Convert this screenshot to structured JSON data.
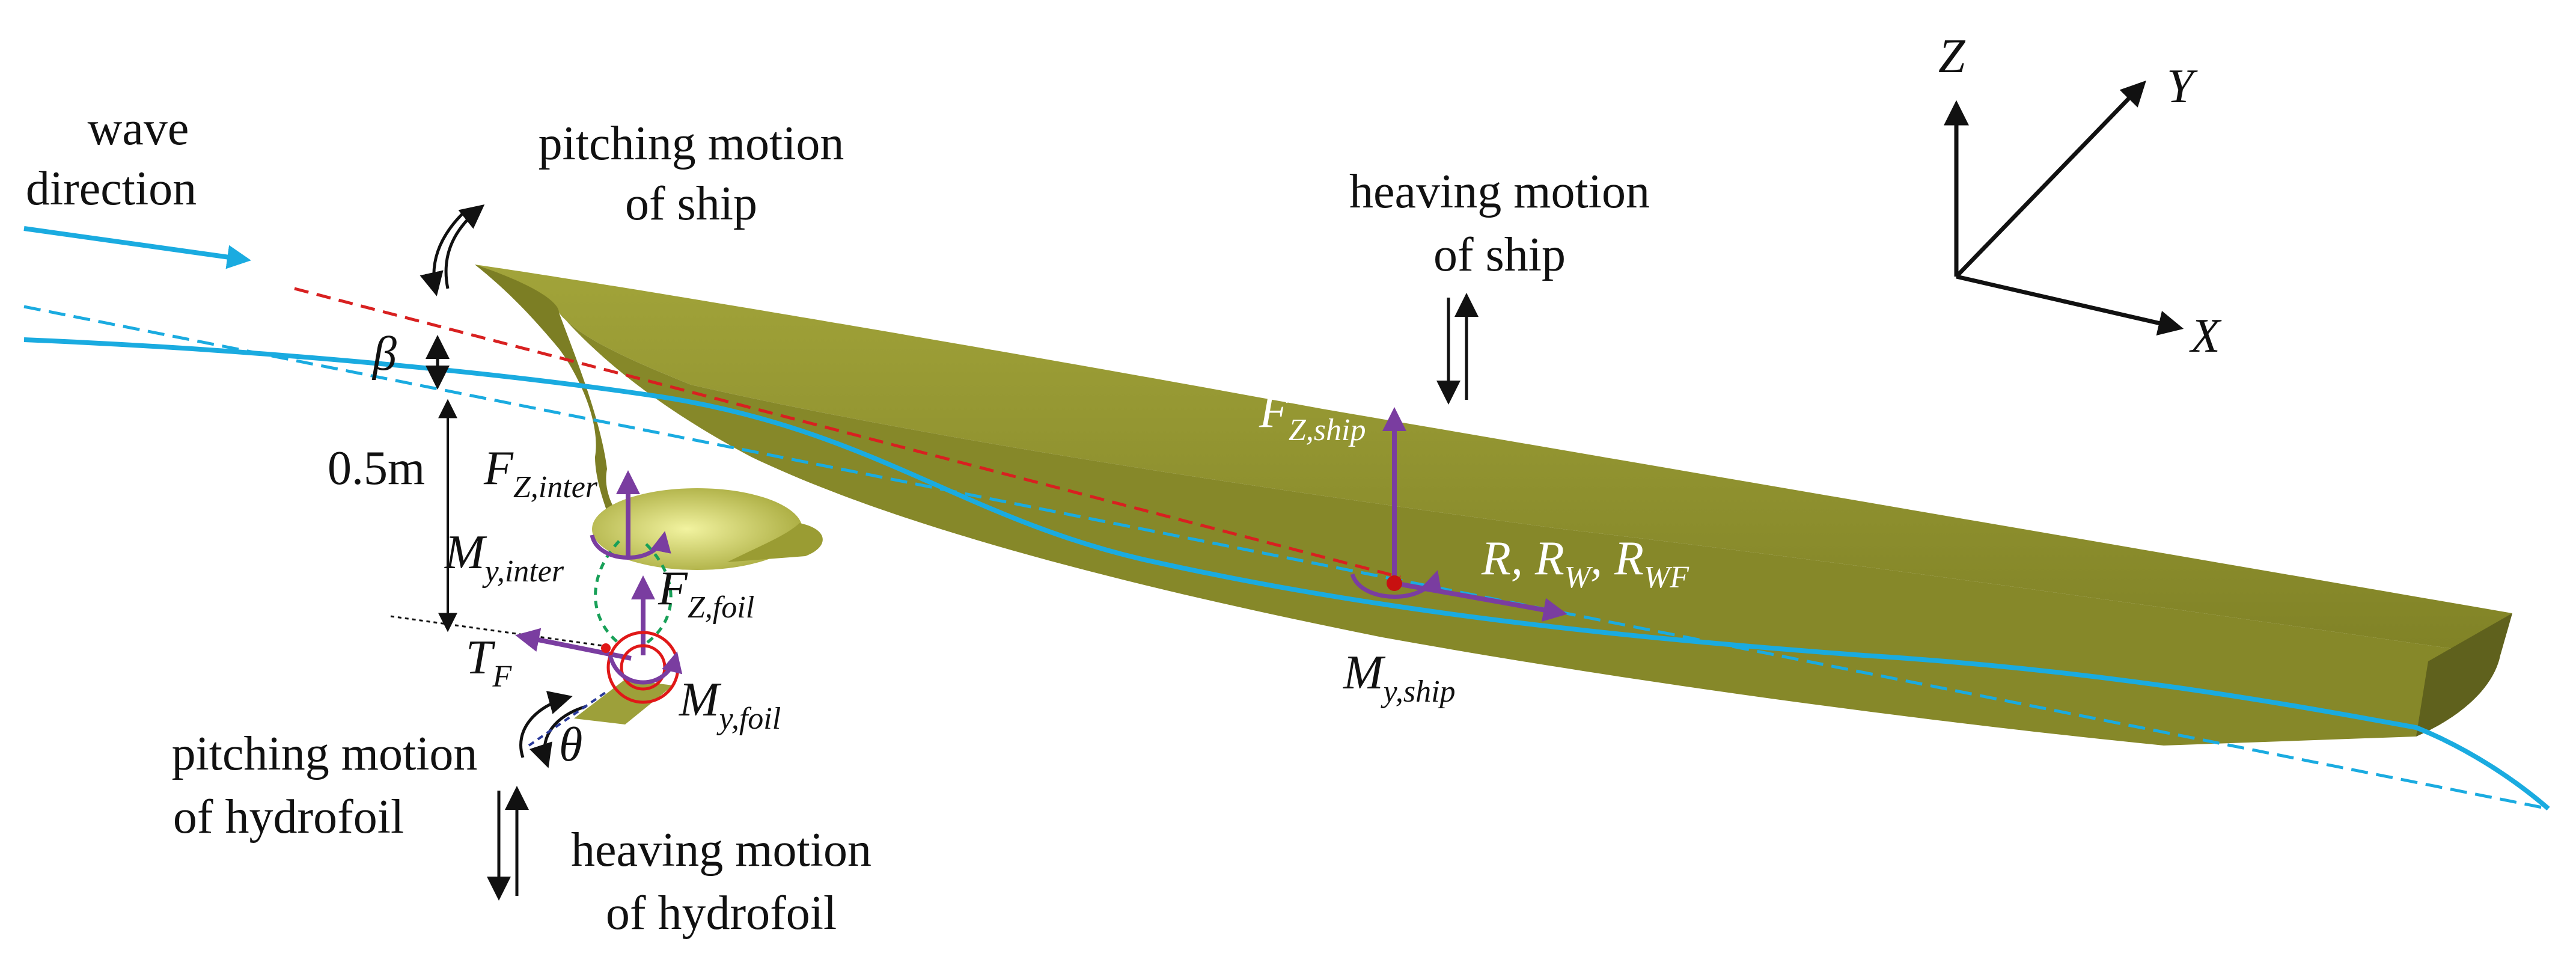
{
  "labels": {
    "wave_direction_1": "wave",
    "wave_direction_2": "direction",
    "pitching_ship_1": "pitching motion",
    "pitching_ship_2": "of ship",
    "heaving_ship_1": "heaving motion",
    "heaving_ship_2": "of ship",
    "pitching_foil_1": "pitching motion",
    "pitching_foil_2": "of hydrofoil",
    "heaving_foil_1": "heaving motion",
    "heaving_foil_2": "of hydrofoil",
    "depth": "0.5m"
  },
  "symbols": {
    "beta": "β",
    "theta": "θ",
    "axis_x": "X",
    "axis_y": "Y",
    "axis_z": "Z",
    "f_z_ship": {
      "main": "F",
      "sub": "Z,ship"
    },
    "f_z_inter": {
      "main": "F",
      "sub": "Z,inter"
    },
    "f_z_foil": {
      "main": "F",
      "sub": "Z,foil"
    },
    "m_y_inter": {
      "main": "M",
      "sub": "y,inter"
    },
    "m_y_foil": {
      "main": "M",
      "sub": "y,foil"
    },
    "m_y_ship": {
      "main": "M",
      "sub": "y,ship"
    },
    "t_f": {
      "main": "T",
      "sub": "F"
    },
    "resistance": {
      "r": "R, ",
      "rw_main": "R",
      "rw_sub": "W",
      "sep": ", ",
      "rwf_main": "R",
      "rwf_sub": "WF"
    }
  },
  "colors": {
    "hull": "#8f9130",
    "hull_dark": "#6f7122",
    "wave": "#1aabe0",
    "force": "#7a3da0",
    "moment_foil": "#e01818",
    "waterline_ref": "#d82020",
    "interaction": "#18a058",
    "text": "#111111"
  }
}
